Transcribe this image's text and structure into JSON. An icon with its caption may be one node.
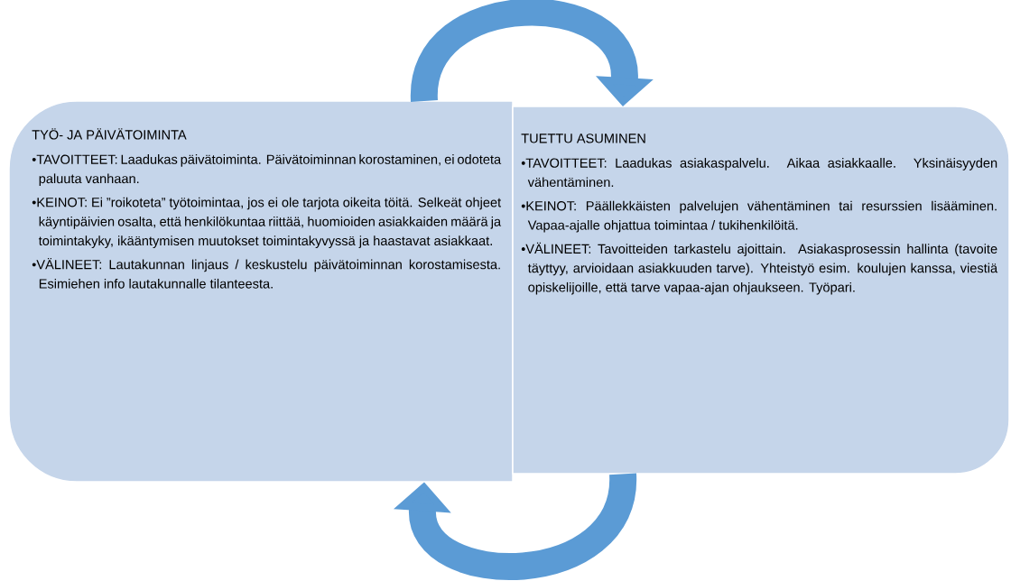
{
  "diagram": {
    "nodes": [
      {
        "text": [
          "TYÖ- JA PÄIVÄTOIMINTA",
          "•TAVOITTEET: Laadukas päivätoiminta. Päivätoiminnan korostaminen, ei odoteta paluuta vanhaan.",
          "•KEINOT: Ei ”roikoteta” työtoimintaa, jos ei ole tarjota oikeita töitä.  Selkeät ohjeet käyntipäivien osalta, että henkilökuntaa riittää, huomioiden asiakkaiden määrä ja toimintakyky, ikääntymisen muutokset toimintakyvyssä ja haastavat asiakkaat.",
          "•VÄLINEET: Lautakunnan linjaus / keskustelu päivätoiminnan korostamisesta. Esimiehen info lautakunnalle tilanteesta."
        ]
      },
      {
        "text": [
          "TUETTU ASUMINEN",
          "•TAVOITTEET: Laadukas asiakaspalvelu. Aikaa asiakkaalle. Yksinäisyyden vähentäminen.",
          "•KEINOT: Päällekkäisten palvelujen vähentäminen tai resurssien lisääminen. Vapaa-ajalle ohjattua toimintaa / tukihenkilöitä.",
          "•VÄLINEET: Tavoitteiden tarkastelu ajoittain. Asiakasprosessin hallinta (tavoite täyttyy, arvioidaan asiakkuuden tarve). Yhteistyö esim. koulujen kanssa, viestiä opiskelijoille, että tarve vapaa-ajan ohjaukseen. Työpari."
        ]
      }
    ],
    "edges": [
      {
        "from": 0,
        "to": 1,
        "arrow": "to"
      },
      {
        "from": 1,
        "to": 0,
        "arrow": "to"
      }
    ]
  }
}
